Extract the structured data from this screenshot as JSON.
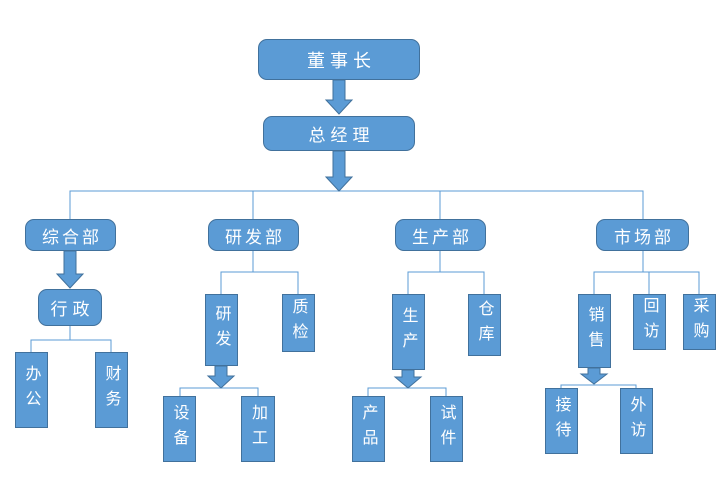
{
  "diagram_type": "org-chart",
  "colors": {
    "node_fill": "#5b9bd5",
    "node_border": "#41719c",
    "connector": "#5b9bd5",
    "node_text": "#ffffff",
    "background": "#ffffff"
  },
  "tree": {
    "label": "董事长",
    "children": [
      {
        "label": "总经理",
        "children": [
          {
            "label": "综合部",
            "children": [
              {
                "label": "行政",
                "children": [
                  {
                    "label": "办公"
                  },
                  {
                    "label": "财务"
                  }
                ]
              }
            ]
          },
          {
            "label": "研发部",
            "children": [
              {
                "label": "研发",
                "children": [
                  {
                    "label": "设备"
                  },
                  {
                    "label": "加工"
                  }
                ]
              },
              {
                "label": "质检"
              }
            ]
          },
          {
            "label": "生产部",
            "children": [
              {
                "label": "生产",
                "children": [
                  {
                    "label": "产品"
                  },
                  {
                    "label": "试件"
                  }
                ]
              },
              {
                "label": "仓库"
              }
            ]
          },
          {
            "label": "市场部",
            "children": [
              {
                "label": "销售",
                "children": [
                  {
                    "label": "接待"
                  },
                  {
                    "label": "外访"
                  }
                ]
              },
              {
                "label": "回访"
              },
              {
                "label": "采购"
              }
            ]
          }
        ]
      }
    ]
  }
}
